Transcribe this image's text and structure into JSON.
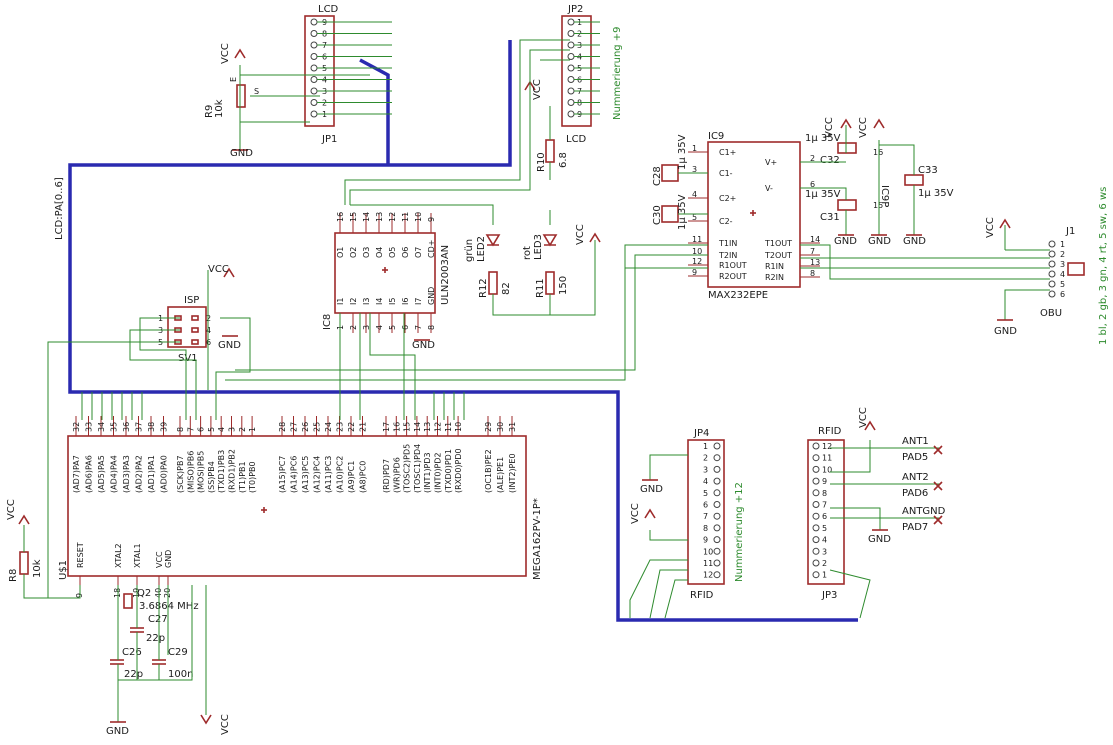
{
  "colors": {
    "symbol": "#9e2b2b",
    "wire": "#2e8b2e",
    "bus": "#2a2ab0",
    "text": "#1b1b1b"
  },
  "lcd_header": {
    "title": "LCD",
    "ref": "JP1",
    "pins": [
      "9",
      "8",
      "7",
      "6",
      "5",
      "4",
      "3",
      "2",
      "1"
    ]
  },
  "jp2": {
    "ref": "JP2",
    "value": "LCD",
    "note": "Nummerierung +9",
    "pins": [
      "1",
      "2",
      "3",
      "4",
      "5",
      "6",
      "7",
      "8",
      "9"
    ]
  },
  "r9": {
    "ref": "R9",
    "value": "10k",
    "wiper": "S",
    "vcc": "VCC",
    "gnd": "GND",
    "pin_e": "E"
  },
  "r10": {
    "ref": "R10",
    "value": "6.8",
    "vcc": "VCC"
  },
  "bus_label": "LCD:PA[0..6]",
  "ic8": {
    "ref": "IC8",
    "value": "ULN2003AN",
    "top_pins": [
      "16",
      "15",
      "14",
      "13",
      "12",
      "11",
      "10",
      "9"
    ],
    "bottom_pins": [
      "1",
      "2",
      "3",
      "4",
      "5",
      "6",
      "7",
      "8"
    ],
    "outputs": [
      "O1",
      "O2",
      "O3",
      "O4",
      "O5",
      "O6",
      "O7",
      "CD+"
    ],
    "inputs": [
      "I1",
      "I2",
      "I3",
      "I4",
      "I5",
      "I6",
      "I7",
      "GND"
    ],
    "gnd": "GND"
  },
  "leds": {
    "led2": "LED2",
    "led2_color": "grün",
    "led3": "LED3",
    "led3_color": "rot",
    "r12": "R12",
    "r12_val": "82",
    "r11": "R11",
    "r11_val": "150",
    "vcc": "VCC"
  },
  "ic9": {
    "ref": "IC9",
    "value": "MAX232EPE",
    "left": [
      "C1+",
      "C1-",
      "C2+",
      "C2-",
      "T1IN",
      "T2IN",
      "R1OUT",
      "R2OUT"
    ],
    "left_pins": [
      "1",
      "3",
      "4",
      "5",
      "11",
      "10",
      "12",
      "9"
    ],
    "right": [
      "V+",
      "V-",
      "T1OUT",
      "T2OUT",
      "R1IN",
      "R2IN"
    ],
    "right_pins": [
      "2",
      "6",
      "14",
      "7",
      "13",
      "8"
    ],
    "power_ref": "IC9P",
    "power_pins": [
      "16",
      "15"
    ]
  },
  "caps": {
    "c28": "C28",
    "c30": "C30",
    "c31": "C31",
    "c32": "C32",
    "c33": "C33",
    "val": "1µ 35V",
    "vcc": "VCC",
    "gnd": "GND"
  },
  "j1": {
    "ref": "J1",
    "label": "OBU",
    "note": "1 bl, 2 gb, 3 gn, 4 rt, 5 sw, 6 ws",
    "pins": [
      "1",
      "2",
      "3",
      "4",
      "5",
      "6"
    ],
    "vcc": "VCC",
    "gnd": "GND"
  },
  "isp": {
    "title": "ISP",
    "ref": "SV1",
    "pins_left": [
      "1",
      "3",
      "5"
    ],
    "pins_right": [
      "2",
      "4",
      "6"
    ],
    "vcc": "VCC",
    "gnd": "GND"
  },
  "mcu": {
    "ref": "U$1",
    "value": "MEGA162PV-1P*",
    "top_pins": [
      "32",
      "33",
      "34",
      "35",
      "36",
      "37",
      "38",
      "39",
      "8",
      "7",
      "6",
      "5",
      "4",
      "3",
      "2",
      "1",
      "28",
      "27",
      "26",
      "25",
      "24",
      "23",
      "22",
      "21",
      "17",
      "16",
      "15",
      "14",
      "13",
      "12",
      "11",
      "10",
      "29",
      "30",
      "31"
    ],
    "top_names": [
      "(AD7)PA7",
      "(AD6)PA6",
      "(AD5)PA5",
      "(AD4)PA4",
      "(AD3)PA3",
      "(AD2)PA2",
      "(AD1)PA1",
      "(AD0)PA0",
      "(SCK)PB7",
      "(MISO)PB6",
      "(MOSI)PB5",
      "(SS)PB4",
      "(TXD1)PB3",
      "(RXD1)PB2",
      "(T1)PB1",
      "(T0)PB0",
      "(A15)PC7",
      "(A14)PC6",
      "(A13)PC5",
      "(A12)PC4",
      "(A11)PC3",
      "(A10)PC2",
      "(A9)PC1",
      "(A8)PC0",
      "(RD)PD7",
      "(WR)PD6",
      "(TOSC2)PD5",
      "(TOSC1)PD4",
      "(INT1)PD3",
      "(INT0)PD2",
      "(TXD0)PD1",
      "(RXD0)PD0",
      "(OC1B)PE2",
      "(ALE)PE1",
      "(INT2)PE0"
    ],
    "bottom": [
      "RESET",
      "XTAL2",
      "XTAL1",
      "VCC",
      "GND"
    ],
    "bottom_pins": [
      "9",
      "18",
      "19",
      "40",
      "20"
    ]
  },
  "reset": {
    "r8": "R8",
    "r8_val": "10k",
    "vcc": "VCC"
  },
  "crystal": {
    "ref": "Q2",
    "value": "3.6864 MHz",
    "c26": "C26",
    "c26_val": "22p",
    "c27": "C27",
    "c27_val": "22p",
    "c29": "C29",
    "c29_val": "100n",
    "gnd": "GND",
    "vcc": "VCC"
  },
  "jp4": {
    "ref": "JP4",
    "value": "RFID",
    "note": "Nummerierung +12",
    "pins": [
      "1",
      "2",
      "3",
      "4",
      "5",
      "6",
      "7",
      "8",
      "9",
      "10",
      "11",
      "12"
    ],
    "gnd": "GND",
    "vcc": "VCC"
  },
  "jp3": {
    "title": "RFID",
    "ref": "JP3",
    "pins": [
      "12",
      "11",
      "10",
      "9",
      "8",
      "7",
      "6",
      "5",
      "4",
      "3",
      "2",
      "1"
    ],
    "vcc": "VCC",
    "gnd": "GND"
  },
  "pads": [
    "ANT1",
    "PAD5",
    "ANT2",
    "PAD6",
    "ANTGND",
    "PAD7"
  ]
}
